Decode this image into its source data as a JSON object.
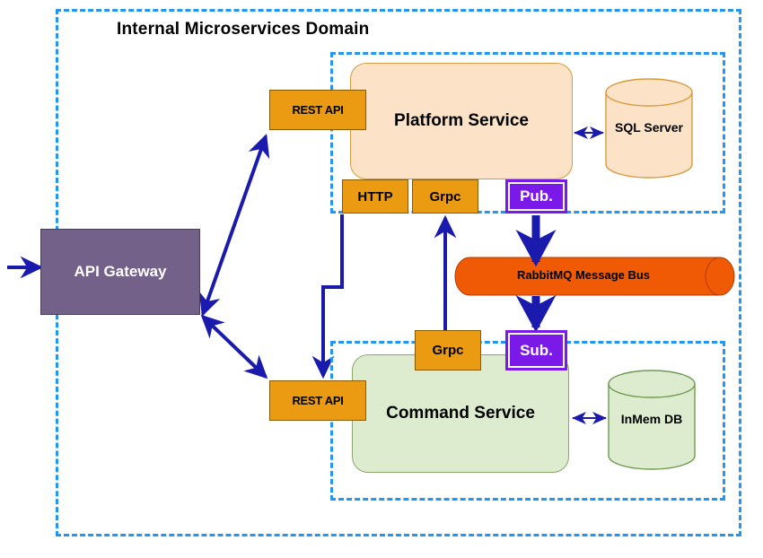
{
  "diagram": {
    "title": "Internal Microservices Domain",
    "colors": {
      "domain_border": "#2196f3",
      "endpoint_fill": "#eb9b12",
      "pubsub_fill": "#7b19e8",
      "gateway_fill": "#736189",
      "bus_fill": "#f05a05",
      "platform_fill": "#fce3c8",
      "command_fill": "#ddeccf",
      "arrow": "#1a1aad"
    }
  },
  "gateway": {
    "label": "API Gateway"
  },
  "platform": {
    "service_label": "Platform Service",
    "rest_label": "REST API",
    "http_label": "HTTP",
    "grpc_label": "Grpc",
    "pub_label": "Pub.",
    "db_label": "SQL Server"
  },
  "command": {
    "service_label": "Command Service",
    "rest_label": "REST API",
    "grpc_label": "Grpc",
    "sub_label": "Sub.",
    "db_label": "InMem  DB"
  },
  "bus": {
    "label": "RabbitMQ Message Bus"
  }
}
